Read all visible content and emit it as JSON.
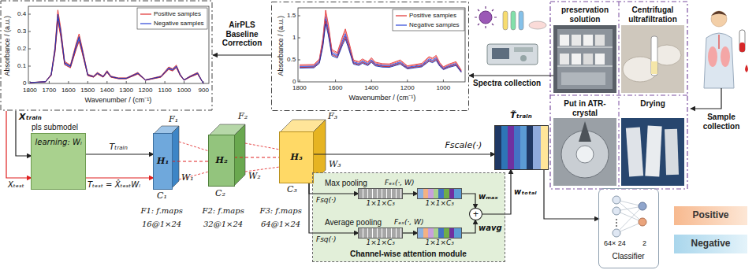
{
  "diagram": {
    "nodes": [
      {
        "text": [
          "Absorbance / (a.u.)",
          "Wavenumber / (cm⁻¹)"
        ]
      },
      {
        "text": [
          "Absorbance / (a.u.)",
          "Wavenumber / (cm⁻¹)"
        ]
      },
      {
        "text": [
          "preservation solution"
        ]
      },
      {
        "text": [
          "Centrifugal ultrafiltration"
        ]
      },
      {
        "text": [
          "Put in ATR-crystal"
        ]
      },
      {
        "text": [
          "Drying"
        ]
      },
      {
        "text": [
          "pls submodel",
          "learning: Wₗ"
        ]
      },
      {
        "text": [
          "H₁"
        ]
      },
      {
        "text": [
          "H₂"
        ]
      },
      {
        "text": [
          "H₃"
        ]
      },
      {
        "text": [
          "Channel-wise attention module"
        ]
      },
      {
        "text": [
          "1×1×C₃"
        ],
        "in": 10
      },
      {
        "text": [
          "1×1×C₃"
        ],
        "in": 10
      },
      {
        "text": [
          "1×1×C₃"
        ],
        "in": 10
      },
      {
        "text": [
          "1×1×C₃"
        ],
        "in": 10
      },
      {
        "text": [
          "+"
        ],
        "in": 10
      },
      {
        "text": [
          "T̃ₜᵣₐᵢₙ"
        ]
      },
      {
        "text": [
          "64× 24",
          "2",
          "Classifier"
        ]
      },
      {
        "text": [
          "Positive"
        ]
      },
      {
        "text": [
          "Negative"
        ]
      }
    ],
    "edges": [
      {
        "from": 1,
        "to": 0,
        "arrow": "to",
        "label": "AirPLS Baseline Correction"
      },
      {
        "from": 2,
        "to": 1,
        "arrow": "to",
        "label": "Spectra collection"
      },
      {
        "from": 0,
        "to": 6,
        "arrow": "to",
        "label": "Xₜᵣₐᵢₙ"
      },
      {
        "from": 0,
        "to": 6,
        "arrow": "to",
        "label": "Xₜₑₛₜ"
      },
      {
        "from": 6,
        "to": 7,
        "arrow": "to",
        "label": "Tₜᵣₐᵢₙ"
      },
      {
        "from": 6,
        "to": 7,
        "arrow": "to",
        "label": "Tₜₑₛₜ = X̂ₜₑₛₜWₗ"
      },
      {
        "from": 7,
        "to": 8,
        "arrow": "none"
      },
      {
        "from": 8,
        "to": 9,
        "arrow": "none"
      },
      {
        "from": 9,
        "to": 16,
        "arrow": "to",
        "label": "Fscale(·)"
      },
      {
        "from": 9,
        "to": 11,
        "arrow": "to",
        "label": "Fsq(·)"
      },
      {
        "from": 9,
        "to": 13,
        "arrow": "to",
        "label": "Fsq(·)"
      },
      {
        "from": 11,
        "to": 12,
        "arrow": "to",
        "label": "Fₑₓ(·, W)"
      },
      {
        "from": 13,
        "to": 14,
        "arrow": "to",
        "label": "Fₑₓ(·, W)"
      },
      {
        "from": 12,
        "to": 15,
        "arrow": "to",
        "label": "wₘₐₓ"
      },
      {
        "from": 14,
        "to": 15,
        "arrow": "to",
        "label": "wavg"
      },
      {
        "from": 15,
        "to": 16,
        "arrow": "to",
        "label": "wₜₒₜₐₗ"
      },
      {
        "from": 16,
        "to": 17,
        "arrow": "to"
      }
    ],
    "labels": [
      "0.4",
      "0.3",
      "0.2",
      "0.1",
      "0",
      "1800",
      "1700",
      "1600",
      "1500",
      "1400",
      "1300",
      "1200",
      "1100",
      "1000",
      "900",
      "1.5",
      "1",
      "0.5",
      "0",
      "1800",
      "1600",
      "1400",
      "1200",
      "1000",
      "Sample collection",
      "F₁",
      "W₁",
      "C₁",
      "F₂",
      "W₂",
      "C₂",
      "F₃",
      "W₃",
      "C₃",
      "F1: f.maps",
      "16@1×24",
      "F2: f.maps",
      "32@1×24",
      "F3: f.maps",
      "64@1×24",
      "Max pooling",
      "Average pooling"
    ],
    "legend": [
      {
        "text": "Positive samples"
      },
      {
        "text": "Negative samples"
      },
      {
        "text": "Positive samples"
      },
      {
        "text": "Negative samples"
      }
    ]
  }
}
